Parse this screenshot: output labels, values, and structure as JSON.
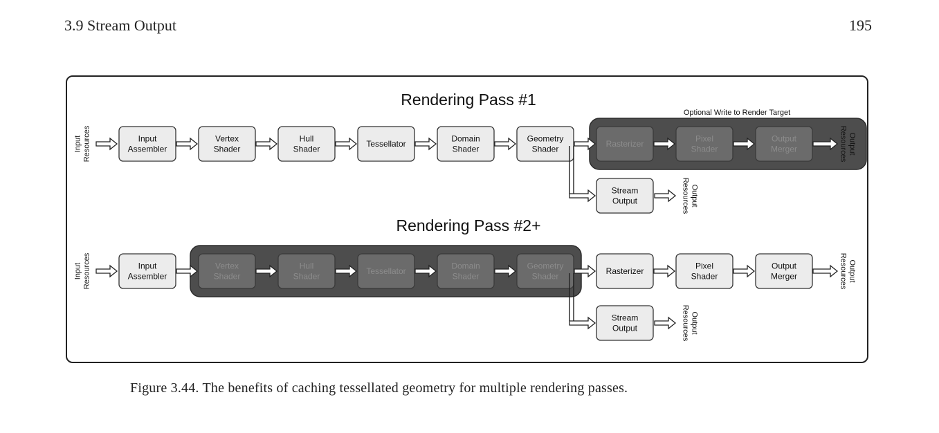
{
  "header": {
    "section_title": "3.9  Stream Output",
    "page_number": "195"
  },
  "figure": {
    "pass1": {
      "title": "Rendering Pass #1",
      "optional_note": "Optional Write to Render Target",
      "input_label": [
        "Input",
        "Resources"
      ],
      "stages": [
        {
          "id": "input-assembler",
          "lines": [
            "Input",
            "Assembler"
          ],
          "dimmed": false
        },
        {
          "id": "vertex-shader",
          "lines": [
            "Vertex",
            "Shader"
          ],
          "dimmed": false
        },
        {
          "id": "hull-shader",
          "lines": [
            "Hull",
            "Shader"
          ],
          "dimmed": false
        },
        {
          "id": "tessellator",
          "lines": [
            "Tessellator"
          ],
          "dimmed": false
        },
        {
          "id": "domain-shader",
          "lines": [
            "Domain",
            "Shader"
          ],
          "dimmed": false
        },
        {
          "id": "geometry-shader",
          "lines": [
            "Geometry",
            "Shader"
          ],
          "dimmed": false
        },
        {
          "id": "rasterizer",
          "lines": [
            "Rasterizer"
          ],
          "dimmed": true
        },
        {
          "id": "pixel-shader",
          "lines": [
            "Pixel",
            "Shader"
          ],
          "dimmed": true
        },
        {
          "id": "output-merger",
          "lines": [
            "Output",
            "Merger"
          ],
          "dimmed": true
        }
      ],
      "output_label": [
        "Output",
        "Resources"
      ],
      "stream_output": {
        "lines": [
          "Stream",
          "Output"
        ],
        "output_label": [
          "Output",
          "Resources"
        ]
      }
    },
    "pass2": {
      "title": "Rendering Pass #2+",
      "input_label": [
        "Input",
        "Resources"
      ],
      "stages": [
        {
          "id": "input-assembler",
          "lines": [
            "Input",
            "Assembler"
          ],
          "dimmed": false
        },
        {
          "id": "vertex-shader",
          "lines": [
            "Vertex",
            "Shader"
          ],
          "dimmed": true
        },
        {
          "id": "hull-shader",
          "lines": [
            "Hull",
            "Shader"
          ],
          "dimmed": true
        },
        {
          "id": "tessellator",
          "lines": [
            "Tessellator"
          ],
          "dimmed": true
        },
        {
          "id": "domain-shader",
          "lines": [
            "Domain",
            "Shader"
          ],
          "dimmed": true
        },
        {
          "id": "geometry-shader",
          "lines": [
            "Geometry",
            "Shader"
          ],
          "dimmed": true
        },
        {
          "id": "rasterizer",
          "lines": [
            "Rasterizer"
          ],
          "dimmed": false
        },
        {
          "id": "pixel-shader",
          "lines": [
            "Pixel",
            "Shader"
          ],
          "dimmed": false
        },
        {
          "id": "output-merger",
          "lines": [
            "Output",
            "Merger"
          ],
          "dimmed": false
        }
      ],
      "output_label": [
        "Output",
        "Resources"
      ],
      "stream_output": {
        "lines": [
          "Stream",
          "Output"
        ],
        "output_label": [
          "Output",
          "Resources"
        ]
      }
    }
  },
  "caption": "Figure 3.44.  The benefits of caching tessellated geometry for multiple rendering passes."
}
